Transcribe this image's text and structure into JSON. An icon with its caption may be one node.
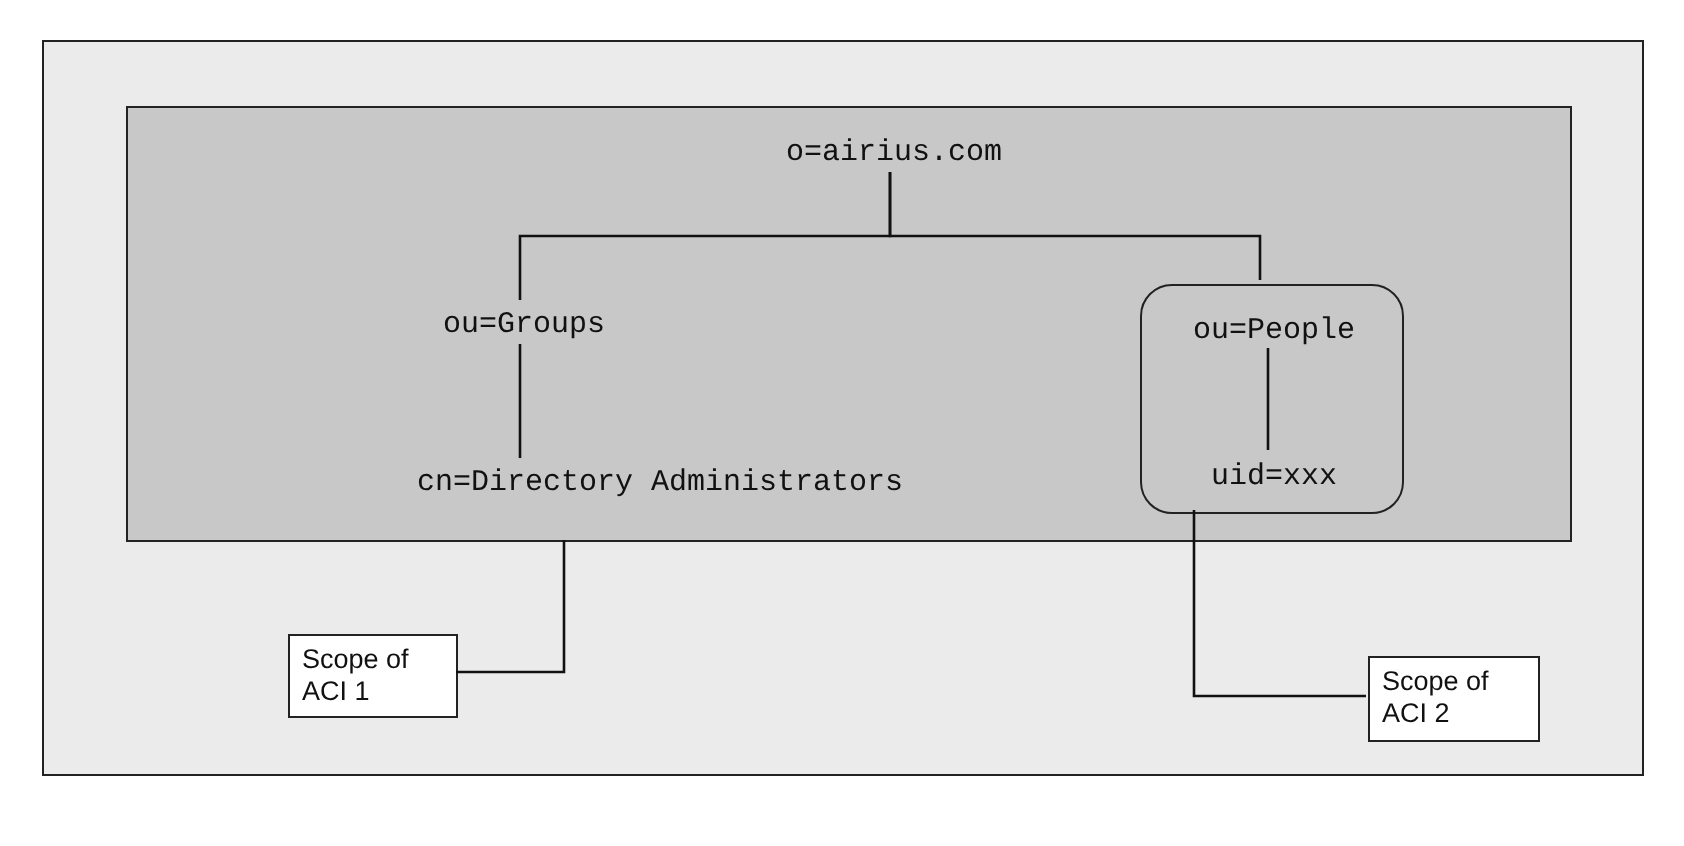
{
  "diagram": {
    "nodes": [
      {
        "text": [],
        "shape": "box"
      },
      {
        "text": [],
        "shape": "box",
        "in": 0
      },
      {
        "text": [
          "o=airius.com"
        ],
        "in": 1
      },
      {
        "text": [
          "ou=Groups"
        ],
        "in": 1
      },
      {
        "text": [
          "cn=Directory Administrators"
        ],
        "in": 1
      },
      {
        "text": [],
        "shape": "box",
        "in": 1
      },
      {
        "text": [
          "ou=People"
        ],
        "in": 5
      },
      {
        "text": [
          "uid=xxx"
        ],
        "in": 5
      },
      {
        "text": [
          "Scope of ACI 1"
        ],
        "in": 0
      },
      {
        "text": [
          "Scope of ACI 2"
        ],
        "in": 0
      }
    ],
    "edges": [
      {
        "from": 2,
        "to": 3,
        "arrow": "none"
      },
      {
        "from": 2,
        "to": 5,
        "arrow": "none"
      },
      {
        "from": 3,
        "to": 4,
        "arrow": "none"
      },
      {
        "from": 6,
        "to": 7,
        "arrow": "none"
      },
      {
        "from": 8,
        "to": 1,
        "arrow": "none"
      },
      {
        "from": 9,
        "to": 5,
        "arrow": "none"
      }
    ]
  }
}
